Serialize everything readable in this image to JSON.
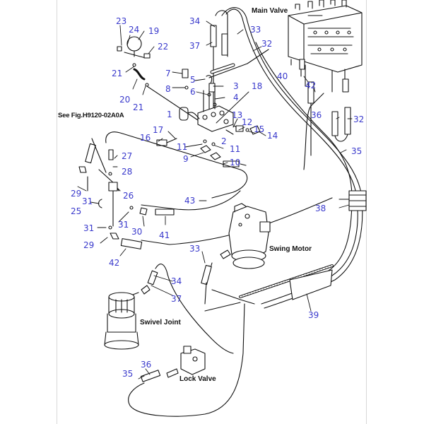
{
  "diagram": {
    "title": "Swing Motor Hydraulic Piping",
    "captions": {
      "main_valve": "Main Valve",
      "see_fig": "See Fig.H9120-02A0A",
      "swing_motor": "Swing Motor",
      "swivel_joint": "Swivel Joint",
      "lock_valve": "Lock Valve"
    },
    "callouts": {
      "c1": "1",
      "c2": "2",
      "c3": "3",
      "c4": "4",
      "c5": "5",
      "c6": "6",
      "c7": "7",
      "c8": "8",
      "c9": "9",
      "c10": "10",
      "c11a": "11",
      "c11b": "11",
      "c12": "12",
      "c13": "13",
      "c14": "14",
      "c15": "15",
      "c16": "16",
      "c17": "17",
      "c18": "18",
      "c19": "19",
      "c20": "20",
      "c21a": "21",
      "c21b": "21",
      "c22": "22",
      "c23": "23",
      "c24": "24",
      "c25": "25",
      "c26": "26",
      "c27": "27",
      "c28": "28",
      "c29a": "29",
      "c29b": "29",
      "c30": "30",
      "c31a": "31",
      "c31b": "31",
      "c31c": "31",
      "c32a": "32",
      "c32b": "32",
      "c33a": "33",
      "c33b": "33",
      "c34a": "34",
      "c34b": "34",
      "c35a": "35",
      "c35b": "35",
      "c36a": "36",
      "c36b": "36",
      "c37a": "37",
      "c37b": "37",
      "c38": "38",
      "c39": "39",
      "c40": "40",
      "c41": "41",
      "c42a": "42",
      "c42b": "42",
      "c43": "43"
    },
    "colors": {
      "callout": "#3a3acc",
      "line": "#111111",
      "border": "#d8d8d8"
    }
  }
}
